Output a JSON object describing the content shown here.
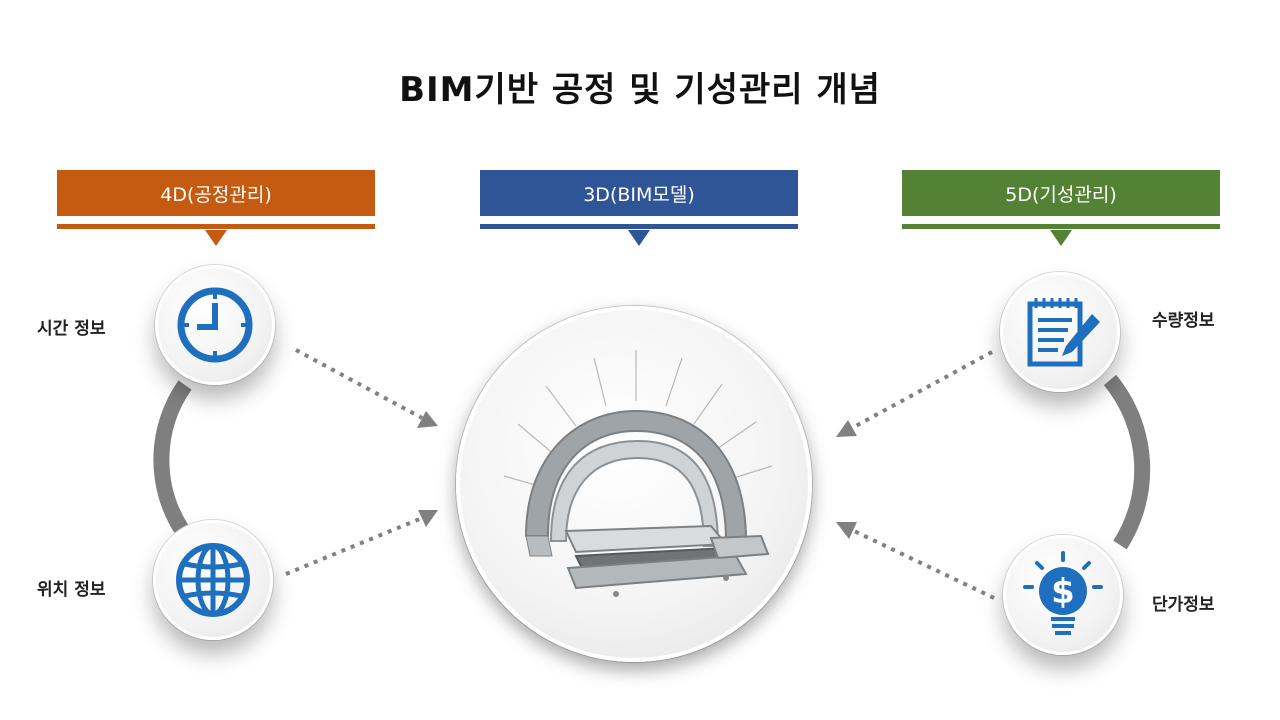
{
  "title": "BIM기반 공정 및 기성관리 개념",
  "headers": {
    "left": {
      "label": "4D(공정관리)",
      "color": "#C55A11"
    },
    "center": {
      "label": "3D(BIM모델)",
      "color": "#2F5597"
    },
    "right": {
      "label": "5D(기성관리)",
      "color": "#548235"
    }
  },
  "nodes": {
    "time": {
      "label": "시간 정보",
      "icon": "clock-icon"
    },
    "location": {
      "label": "위치 정보",
      "icon": "globe-icon"
    },
    "quantity": {
      "label": "수량정보",
      "icon": "notepad-icon"
    },
    "unit_price": {
      "label": "단가정보",
      "icon": "lightbulb-dollar-icon"
    }
  },
  "center": {
    "icon": "tunnel-model-icon"
  },
  "colors": {
    "icon_blue": "#1F6FBF",
    "arc_gray": "#7F7F7F",
    "arrow_gray": "#808080"
  }
}
